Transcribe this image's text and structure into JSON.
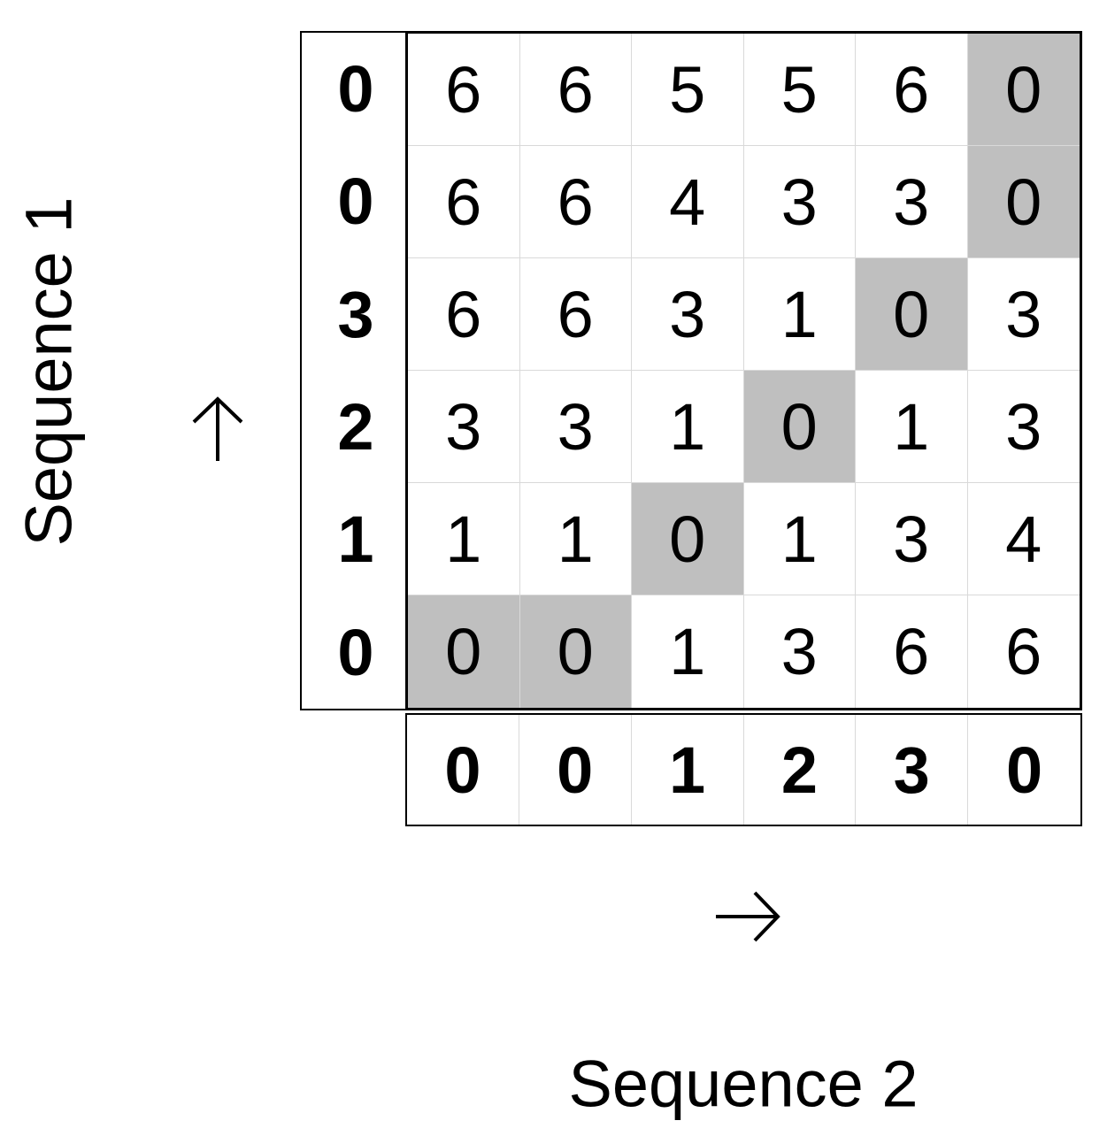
{
  "sequence_1": {
    "label": "Sequence 1",
    "values_top_to_bottom": [
      "0",
      "0",
      "3",
      "2",
      "1",
      "0"
    ]
  },
  "sequence_2": {
    "label": "Sequence 2",
    "values_left_to_right": [
      "0",
      "0",
      "1",
      "2",
      "3",
      "0"
    ]
  },
  "matrix": [
    [
      "6",
      "6",
      "5",
      "5",
      "6",
      "0"
    ],
    [
      "6",
      "6",
      "4",
      "3",
      "3",
      "0"
    ],
    [
      "6",
      "6",
      "3",
      "1",
      "0",
      "3"
    ],
    [
      "3",
      "3",
      "1",
      "0",
      "1",
      "3"
    ],
    [
      "1",
      "1",
      "0",
      "1",
      "3",
      "4"
    ],
    [
      "0",
      "0",
      "1",
      "3",
      "6",
      "6"
    ]
  ],
  "highlighted_path": [
    [
      5,
      0
    ],
    [
      5,
      1
    ],
    [
      4,
      2
    ],
    [
      3,
      3
    ],
    [
      2,
      4
    ],
    [
      1,
      5
    ],
    [
      0,
      5
    ]
  ],
  "colors": {
    "path_fill": "#bfbfbf",
    "grid_line": "#d9d9d9",
    "border": "#000000"
  },
  "arrows": {
    "y_axis": "up-arrow-icon",
    "x_axis": "right-arrow-icon"
  }
}
